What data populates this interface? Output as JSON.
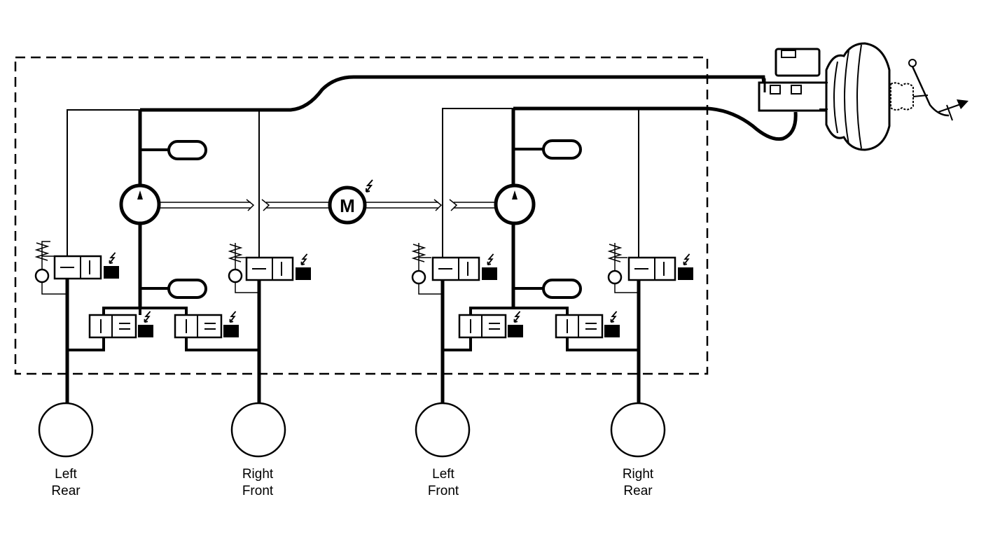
{
  "motor": {
    "label": "M"
  },
  "wheels": [
    {
      "line1": "Left",
      "line2": "Rear"
    },
    {
      "line1": "Right",
      "line2": "Front"
    },
    {
      "line1": "Left",
      "line2": "Front"
    },
    {
      "line1": "Right",
      "line2": "Rear"
    }
  ]
}
